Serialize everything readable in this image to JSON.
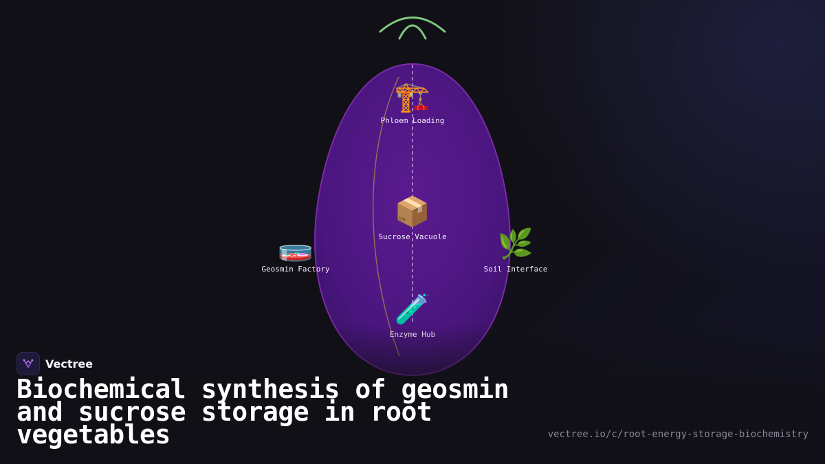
{
  "diagram": {
    "nodes": [
      {
        "id": "phloem",
        "label": "Phloem Loading",
        "icon": "construction-crane-icon",
        "glyph": "🏗️"
      },
      {
        "id": "sucrose",
        "label": "Sucrose Vacuole",
        "icon": "package-box-icon",
        "glyph": "📦"
      },
      {
        "id": "geosmin",
        "label": "Geosmin Factory",
        "icon": "petri-dish-icon",
        "glyph": "🧫"
      },
      {
        "id": "soil",
        "label": "Soil Interface",
        "icon": "herb-leaf-icon",
        "glyph": "🌿"
      },
      {
        "id": "enzyme",
        "label": "Enzyme Hub",
        "icon": "test-tube-icon",
        "glyph": "🧪"
      }
    ],
    "colors": {
      "root_fill": "#4e1780",
      "root_stroke": "#7a2aa8",
      "leaf_stroke": "#7fc97f",
      "axis_dash": "#b79ad8",
      "root_curve": "#a0785a"
    }
  },
  "brand": {
    "name": "Vectree",
    "logo_icon": "vectree-logo-icon",
    "logo_color": "#9b4dd8"
  },
  "title": "Biochemical synthesis of geosmin and sucrose storage in root vegetables",
  "url": "vectree.io/c/root-energy-storage-biochemistry"
}
